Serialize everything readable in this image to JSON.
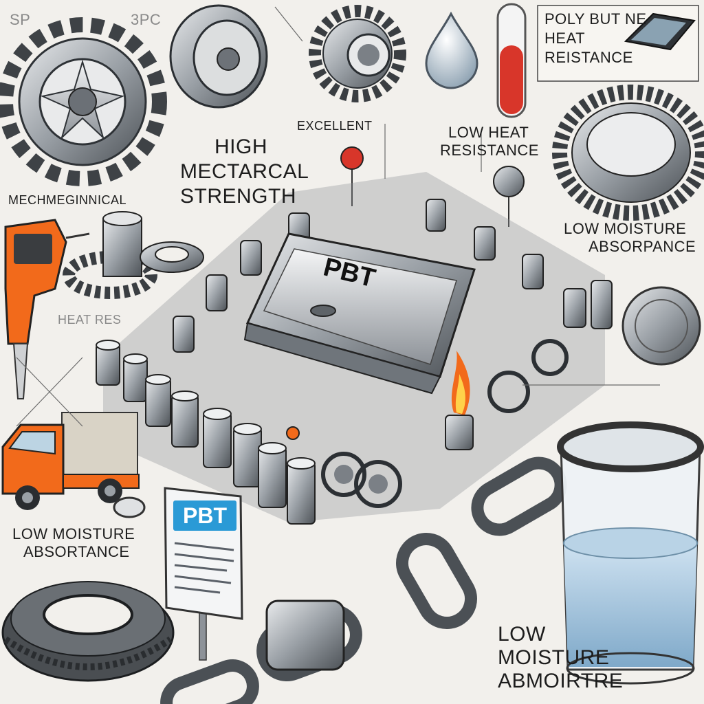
{
  "corner_labels": {
    "top_left": "SP",
    "top_left_2": "3PC"
  },
  "labels": {
    "high_mech": [
      "HIGH",
      "MECTARCAL",
      "STRENGTH"
    ],
    "mech_left": "MECHMEGINNICAL",
    "excellent": "EXCELLENT",
    "low_heat": [
      "LOW HEAT",
      "RESISTANCE"
    ],
    "poly_box": [
      "POLY BUT NE",
      "HEAT",
      "REISTANCE"
    ],
    "low_moist_right": [
      "LOW MOISTURE",
      "ABSORPANCE"
    ],
    "heat_faint": "HEAT RES",
    "low_moist_left": [
      "LOW MOISTURE",
      "ABSORTANCE"
    ],
    "low_moist_bottom": [
      "LOW",
      "MOISTURE",
      "ABMOIRTRE"
    ],
    "sign_pbt": "PBT",
    "center_pbt": "PBT"
  },
  "colors": {
    "accent_red": "#d8362a",
    "sign_blue": "#2a9ad6",
    "orange": "#f26a1b",
    "water": "#9cc3e0",
    "metal": "#a9adb2"
  }
}
